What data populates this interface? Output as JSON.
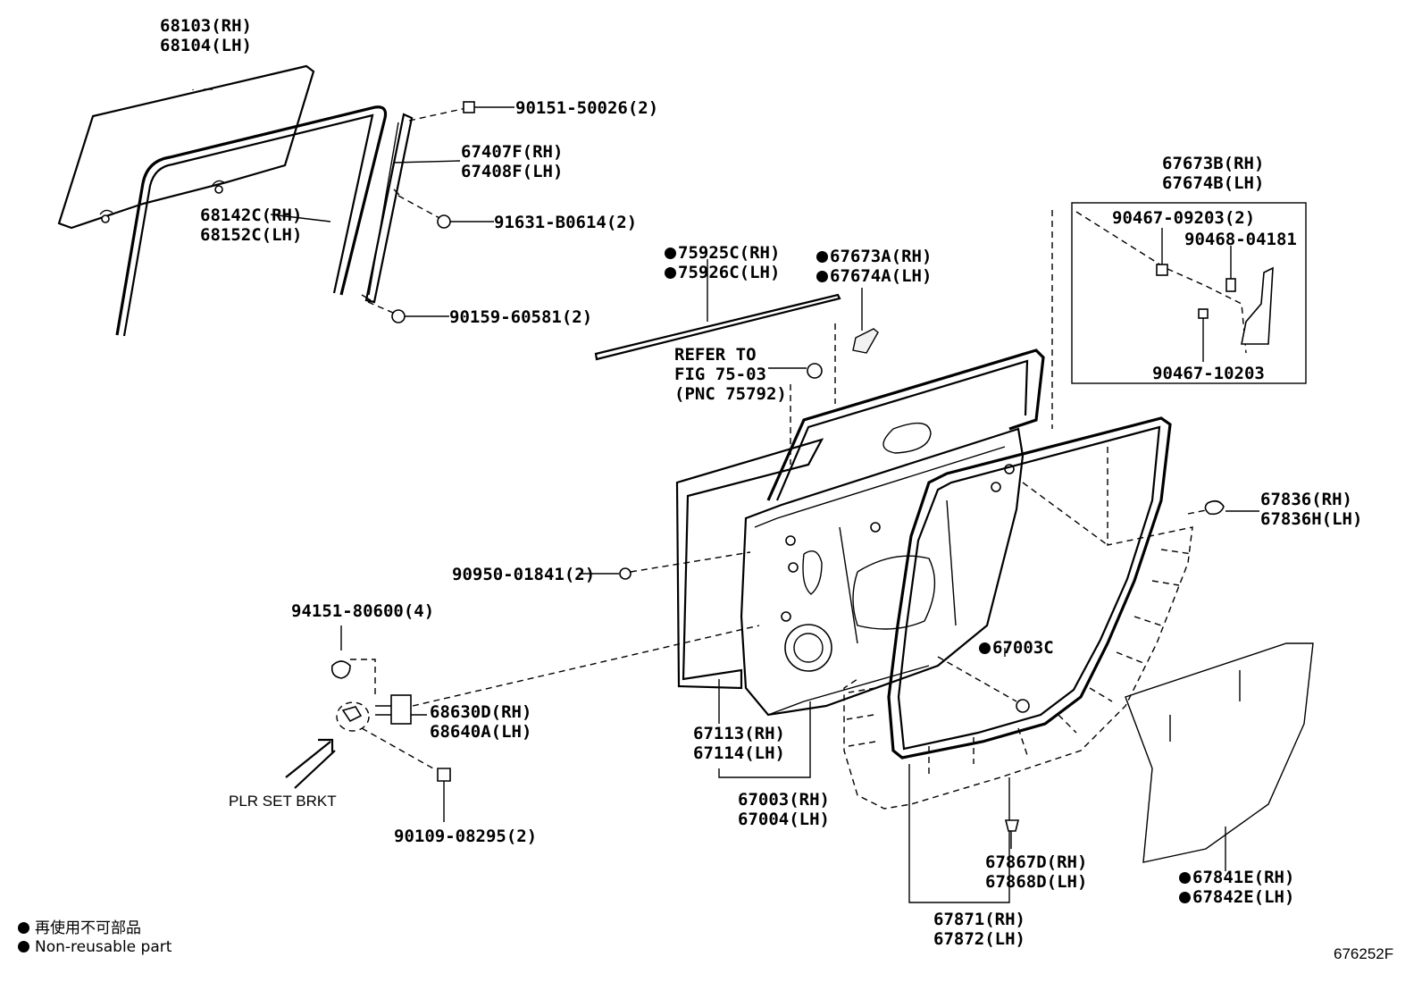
{
  "labels": {
    "glass": [
      "68103(RH)",
      "68104(LH)"
    ],
    "screw_top": "90151-50026(2)",
    "rear_channel": [
      "67407F(RH)",
      "67408F(LH)"
    ],
    "bolt_91631": "91631-B0614(2)",
    "run_channel": [
      "68142C(RH)",
      "68152C(LH)"
    ],
    "nut_90159": "90159-60581(2)",
    "belt_moulding": [
      "75925C(RH)",
      "75926C(LH)"
    ],
    "seal_a": [
      "67673A(RH)",
      "67674A(LH)"
    ],
    "refer": [
      "REFER TO",
      "FIG 75-03",
      "(PNC 75792)"
    ],
    "seal_b": [
      "67673B(RH)",
      "67674B(LH)"
    ],
    "clip_09203": "90467-09203(2)",
    "clip_04181": "90468-04181",
    "clip_10203": "90467-10203",
    "plug_67836": [
      "67836(RH)",
      "67836H(LH)"
    ],
    "hole_plug": "90950-01841(2)",
    "bolt_94151": "94151-80600(4)",
    "check": [
      "68630D(RH)",
      "68640A(LH)"
    ],
    "plr": "PLR SET BRKT",
    "bolt_90109": "90109-08295(2)",
    "panel": [
      "67113(RH)",
      "67114(LH)"
    ],
    "door_assy": [
      "67003(RH)",
      "67004(LH)"
    ],
    "plug_67003c": "67003C",
    "clip_67867": [
      "67867D(RH)",
      "67868D(LH)"
    ],
    "weatherstrip": [
      "67871(RH)",
      "67872(LH)"
    ],
    "film": [
      "67841E(RH)",
      "67842E(LH)"
    ]
  },
  "legend": {
    "jp": "再使用不可部品",
    "en": "Non-reusable part"
  },
  "figure_id": "676252F"
}
